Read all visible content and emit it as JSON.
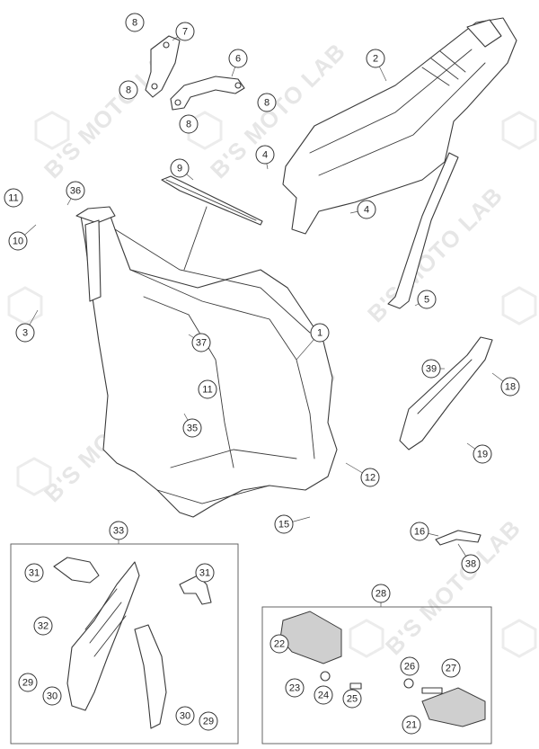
{
  "watermark": {
    "text": "B'S MOTO LAB"
  },
  "callouts": [
    {
      "id": "c1",
      "label": "1"
    },
    {
      "id": "c2",
      "label": "2"
    },
    {
      "id": "c3",
      "label": "3"
    },
    {
      "id": "c4a",
      "label": "4"
    },
    {
      "id": "c4b",
      "label": "4"
    },
    {
      "id": "c5",
      "label": "5"
    },
    {
      "id": "c6",
      "label": "6"
    },
    {
      "id": "c7",
      "label": "7"
    },
    {
      "id": "c8a",
      "label": "8"
    },
    {
      "id": "c8b",
      "label": "8"
    },
    {
      "id": "c8c",
      "label": "8"
    },
    {
      "id": "c8d",
      "label": "8"
    },
    {
      "id": "c9",
      "label": "9"
    },
    {
      "id": "c10",
      "label": "10"
    },
    {
      "id": "c11a",
      "label": "11"
    },
    {
      "id": "c11b",
      "label": "11"
    },
    {
      "id": "c12",
      "label": "12"
    },
    {
      "id": "c15",
      "label": "15"
    },
    {
      "id": "c16",
      "label": "16"
    },
    {
      "id": "c18",
      "label": "18"
    },
    {
      "id": "c19",
      "label": "19"
    },
    {
      "id": "c21",
      "label": "21"
    },
    {
      "id": "c22",
      "label": "22"
    },
    {
      "id": "c23",
      "label": "23"
    },
    {
      "id": "c24",
      "label": "24"
    },
    {
      "id": "c25",
      "label": "25"
    },
    {
      "id": "c26",
      "label": "26"
    },
    {
      "id": "c27",
      "label": "27"
    },
    {
      "id": "c28",
      "label": "28"
    },
    {
      "id": "c29a",
      "label": "29"
    },
    {
      "id": "c29b",
      "label": "29"
    },
    {
      "id": "c30a",
      "label": "30"
    },
    {
      "id": "c30b",
      "label": "30"
    },
    {
      "id": "c31a",
      "label": "31"
    },
    {
      "id": "c31b",
      "label": "31"
    },
    {
      "id": "c32",
      "label": "32"
    },
    {
      "id": "c33",
      "label": "33"
    },
    {
      "id": "c35",
      "label": "35"
    },
    {
      "id": "c36",
      "label": "36"
    },
    {
      "id": "c37",
      "label": "37"
    },
    {
      "id": "c38",
      "label": "38"
    },
    {
      "id": "c39",
      "label": "39"
    }
  ]
}
